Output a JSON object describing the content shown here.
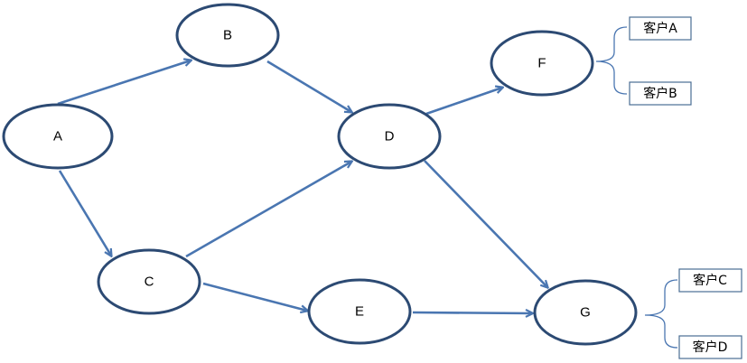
{
  "diagram": {
    "nodes": [
      {
        "id": "A",
        "label": "A"
      },
      {
        "id": "B",
        "label": "B"
      },
      {
        "id": "C",
        "label": "C"
      },
      {
        "id": "D",
        "label": "D"
      },
      {
        "id": "E",
        "label": "E"
      },
      {
        "id": "F",
        "label": "F"
      },
      {
        "id": "G",
        "label": "G"
      }
    ],
    "edges": [
      {
        "from": "A",
        "to": "B"
      },
      {
        "from": "A",
        "to": "C"
      },
      {
        "from": "B",
        "to": "D"
      },
      {
        "from": "C",
        "to": "D"
      },
      {
        "from": "C",
        "to": "E"
      },
      {
        "from": "D",
        "to": "F"
      },
      {
        "from": "D",
        "to": "G"
      },
      {
        "from": "E",
        "to": "G"
      }
    ],
    "customer_groups": [
      {
        "node": "F",
        "customers": [
          "客户A",
          "客户B"
        ]
      },
      {
        "node": "G",
        "customers": [
          "客户C",
          "客户D"
        ]
      }
    ],
    "colors": {
      "node_stroke": "#2c4a73",
      "edge": "#4a76b1",
      "box_stroke": "#4a6d94"
    }
  }
}
